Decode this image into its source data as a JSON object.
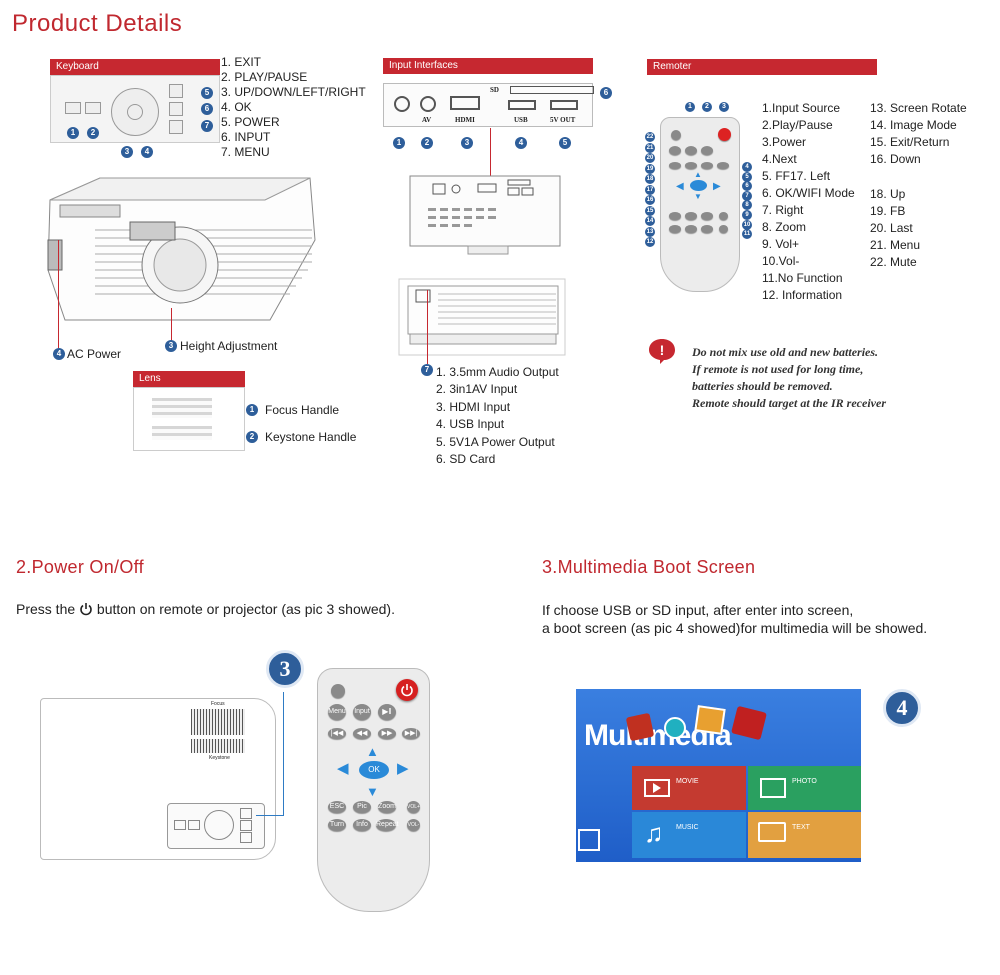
{
  "page_title": "Product Details",
  "keyboard": {
    "header": "Keyboard",
    "items": [
      "1. EXIT",
      "2. PLAY/PAUSE",
      "3. UP/DOWN/LEFT/RIGHT",
      "4. OK",
      "5. POWER",
      "6. INPUT",
      "7. MENU"
    ],
    "callouts": [
      "1",
      "2",
      "3",
      "4",
      "5",
      "6",
      "7"
    ],
    "ac_power": "AC Power",
    "ac_power_num": "4",
    "height_adjustment": "Height Adjustment",
    "height_adjustment_num": "3"
  },
  "lens": {
    "header": "Lens",
    "focus_handle": "Focus Handle",
    "keystone_handle": "Keystone Handle",
    "nums": [
      "1",
      "2"
    ]
  },
  "interfaces": {
    "header": "Input Interfaces",
    "port_labels": [
      "AV",
      "HDMI",
      "USB",
      "5V OUT"
    ],
    "sd_label": "SD",
    "callouts": [
      "1",
      "2",
      "3",
      "4",
      "5",
      "6",
      "7"
    ],
    "items": [
      "1. 3.5mm Audio Output",
      "2. 3in1AV Input",
      "3. HDMI Input",
      "4. USB Input",
      "5. 5V1A Power Output",
      "6. SD Card"
    ]
  },
  "remoter": {
    "header": "Remoter",
    "col1": [
      "1.Input Source",
      "2.Play/Pause",
      "3.Power",
      "4.Next",
      "5. FF17. Left",
      "6. OK/WIFI Mode",
      "7. Right",
      "8. Zoom",
      "9. Vol+",
      "10.Vol-",
      "11.No Function",
      "12. Information"
    ],
    "col2a": [
      "13. Screen Rotate",
      "14. Image Mode",
      "15. Exit/Return",
      "16. Down"
    ],
    "col2b": [
      "18. Up",
      "19. FB",
      "20. Last",
      "21. Menu",
      "22. Mute"
    ],
    "top_nums": [
      "1",
      "2",
      "3"
    ],
    "left_nums": [
      "22",
      "21",
      "20",
      "19",
      "18",
      "17",
      "16",
      "15",
      "14",
      "13",
      "12"
    ],
    "right_nums": [
      "4",
      "5",
      "6",
      "7",
      "8",
      "9",
      "10",
      "11"
    ],
    "note": [
      "Do not mix use old and new batteries.",
      "If remote is not used for long time,",
      "batteries should be removed.",
      "Remote should target at the IR receiver"
    ]
  },
  "power": {
    "title": "2.Power On/Off",
    "desc_before": "Press the",
    "desc_after": "button on remote or projector (as pic 3 showed).",
    "badge": "3",
    "focus_label": "Focus",
    "keystone_label": "Keystone"
  },
  "remote_buttons": {
    "menu": "Menu",
    "input": "Input",
    "ok": "OK",
    "esc": "ESC",
    "pic": "Pic",
    "zoom": "Zoom",
    "vol_up": "VOL+",
    "turn": "Turn",
    "info": "Info",
    "repeat": "Repeat",
    "vol_down": "VOL-"
  },
  "multimedia": {
    "title": "3.Multimedia Boot Screen",
    "desc": [
      "If choose USB or SD input, after enter into screen,",
      "a boot screen (as pic 4 showed)for multimedia will be showed."
    ],
    "badge": "4",
    "logo": "Multimedia",
    "tiles": [
      "MOVIE",
      "PHOTO",
      "MUSIC",
      "TEXT"
    ]
  },
  "colors": {
    "accent": "#c62830",
    "callout": "#2e5e9a",
    "screen_bg": "#2f6fd0"
  }
}
